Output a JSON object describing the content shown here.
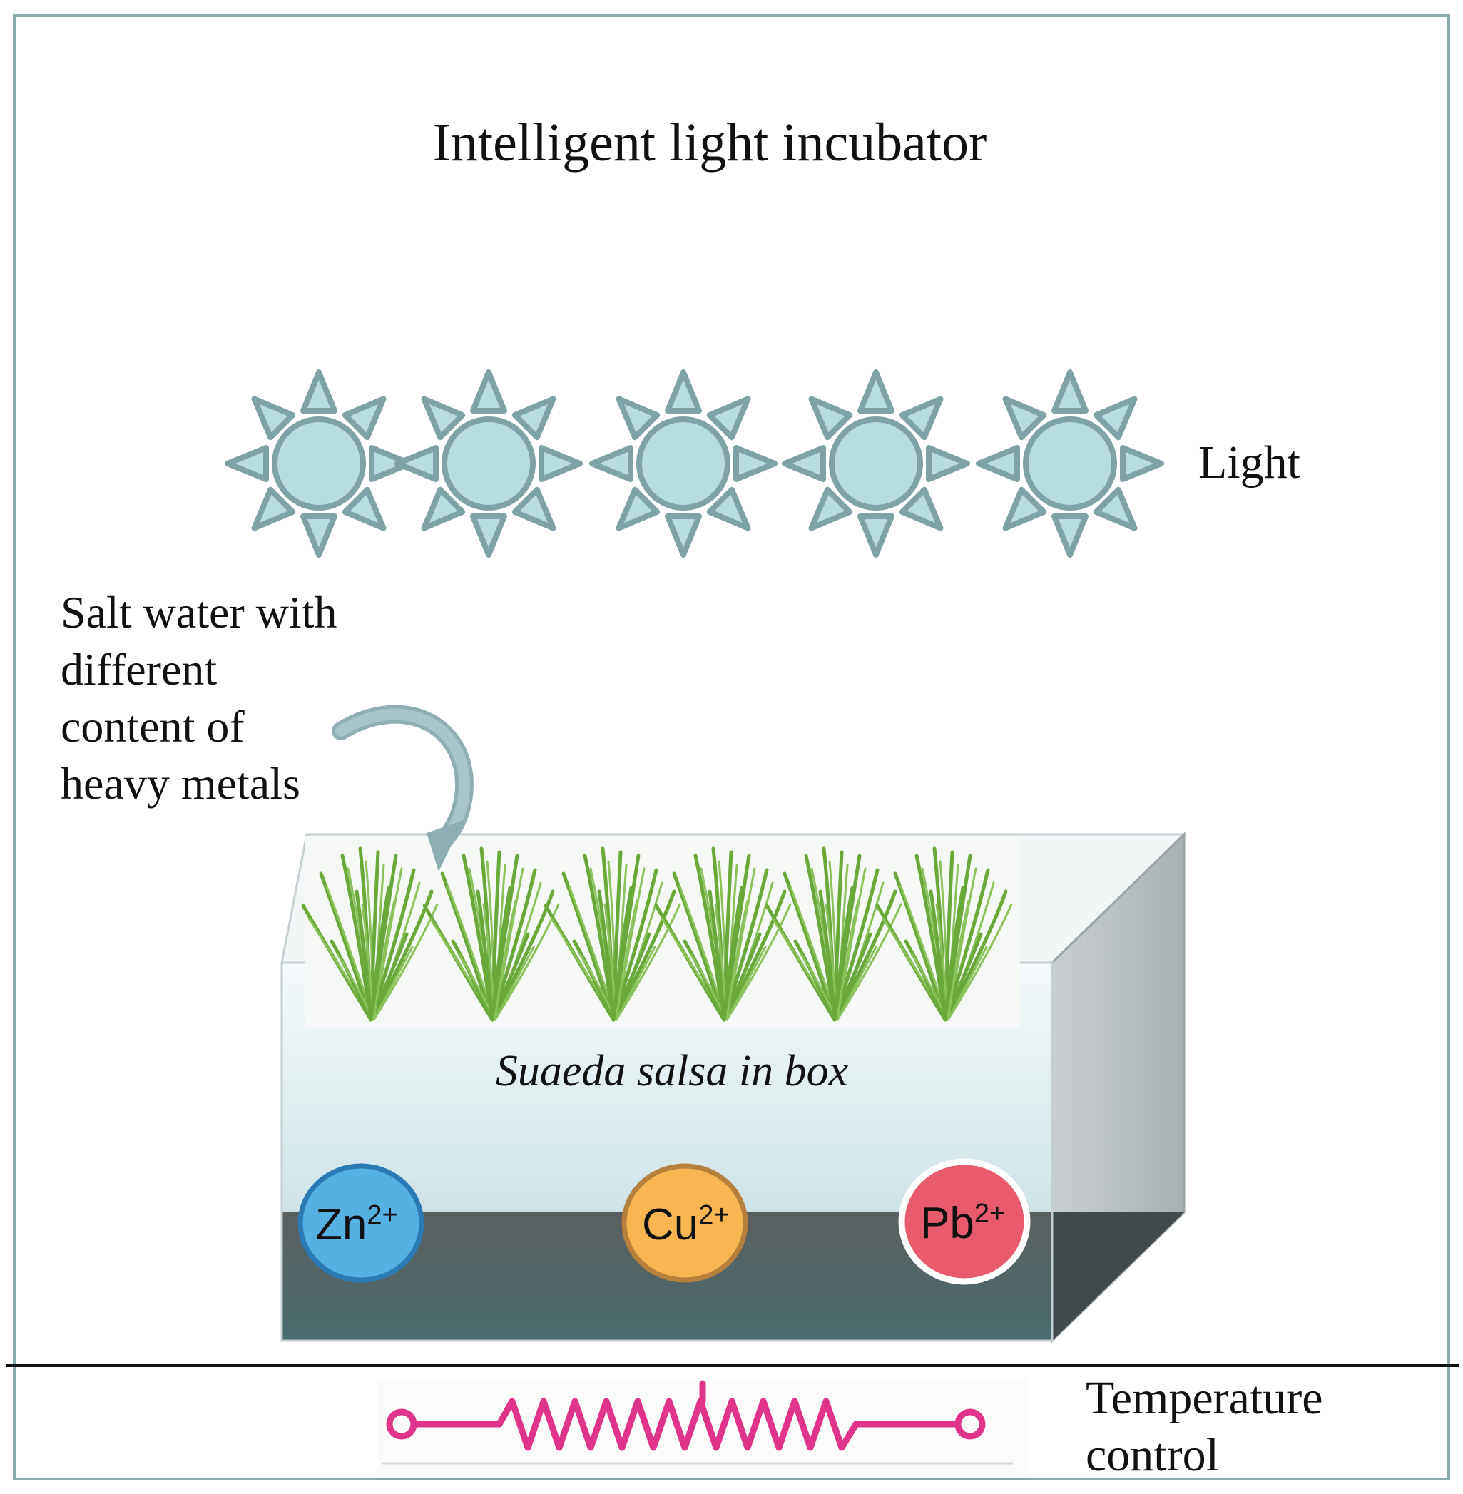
{
  "title": "Intelligent light incubator",
  "light_label": "Light",
  "salt_water_label": [
    "Salt water with",
    "different",
    "content of",
    "heavy metals"
  ],
  "box_label": "Suaeda salsa in box",
  "ions": [
    {
      "symbol": "Zn",
      "charge": "2+",
      "color": "#55b1e3",
      "stroke": "#2a7ab5"
    },
    {
      "symbol": "Cu",
      "charge": "2+",
      "color": "#f8b552",
      "stroke": "#b7803b"
    },
    {
      "symbol": "Pb",
      "charge": "2+",
      "color": "#e85b6e",
      "stroke": "#ffffff"
    }
  ],
  "temperature_label": [
    "Temperature",
    "control"
  ],
  "icons": {
    "light": "sun-icon",
    "plant": "plant-icon",
    "arrow": "curved-arrow-icon",
    "heater": "resistor-icon"
  },
  "colors": {
    "frame": "#8aa9ad",
    "sun": "#b7dde1",
    "sun_stroke": "#7fa2a6",
    "water": "#dcecef",
    "sediment": "#4f6466",
    "plant": "#6aa83a",
    "resistor": "#e0338a"
  }
}
